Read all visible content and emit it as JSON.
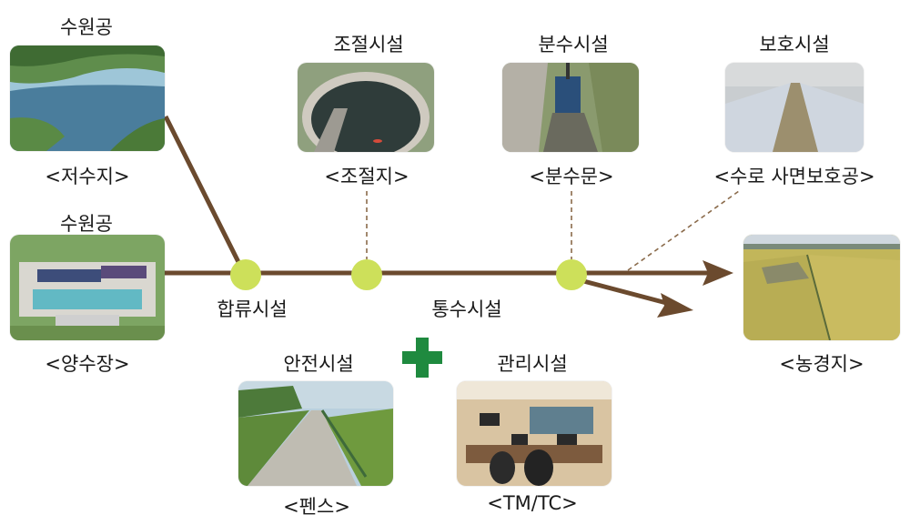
{
  "colors": {
    "line": "#6b4a2e",
    "node": "#cde05a",
    "plus": "#1f8a3f",
    "dashed": "#8a6a4a"
  },
  "headings": {
    "source_top": "수원공",
    "source_bottom": "수원공",
    "regulation": "조절시설",
    "diversion": "분수시설",
    "protection": "보호시설",
    "safety": "안전시설",
    "management": "관리시설"
  },
  "captions": {
    "reservoir": "<저수지>",
    "pumping_station": "<양수장>",
    "regulating_pond": "<조절지>",
    "diversion_gate": "<분수문>",
    "slope_protection": "<수로 사면보호공>",
    "farmland": "<농경지>",
    "fence": "<펜스>",
    "tmtc": "<TM/TC>"
  },
  "labels": {
    "confluence": "합류시설",
    "conveyance": "통수시설"
  },
  "icons": {
    "plus": "plus-icon",
    "arrow": "arrow-head-icon"
  }
}
